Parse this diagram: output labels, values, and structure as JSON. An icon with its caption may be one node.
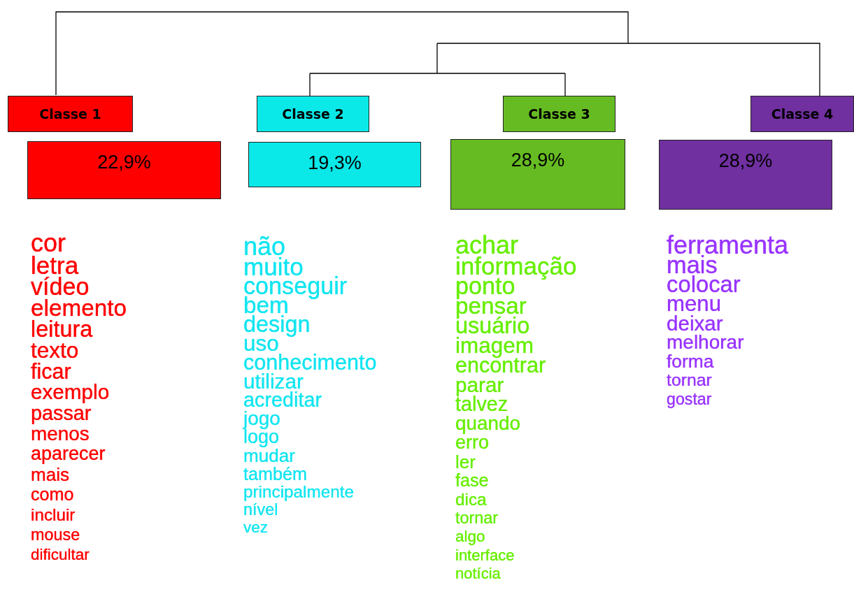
{
  "diagram": {
    "nodes": [
      {
        "text": [
          "Classe 1"
        ]
      },
      {
        "text": [
          "Classe 2"
        ]
      },
      {
        "text": [
          "Classe 3"
        ]
      },
      {
        "text": [
          "Classe 4"
        ]
      },
      {
        "text": [
          "22,9%"
        ],
        "beside": [
          "cor",
          "letra",
          "vídeo",
          "elemento",
          "leitura",
          "texto",
          "ficar",
          "exemplo",
          "passar",
          "menos",
          "aparecer",
          "mais",
          "como",
          "incluir",
          "mouse",
          "dificultar"
        ]
      },
      {
        "text": [
          "19,3%"
        ],
        "beside": [
          "não",
          "muito",
          "conseguir",
          "bem",
          "design",
          "uso",
          "conhecimento",
          "utilizar",
          "acreditar",
          "jogo",
          "logo",
          "mudar",
          "também",
          "principalmente",
          "nível",
          "vez"
        ]
      },
      {
        "text": [
          "28,9%"
        ],
        "beside": [
          "achar",
          "informação",
          "ponto",
          "pensar",
          "usuário",
          "imagem",
          "encontrar",
          "parar",
          "talvez",
          "quando",
          "erro",
          "ler",
          "fase",
          "dica",
          "tornar",
          "algo",
          "interface",
          "notícia"
        ]
      },
      {
        "text": [
          "28,9%"
        ],
        "beside": [
          "ferramenta",
          "mais",
          "colocar",
          "menu",
          "deixar",
          "melhorar",
          "forma",
          "tornar",
          "gostar"
        ]
      }
    ],
    "edges": []
  }
}
